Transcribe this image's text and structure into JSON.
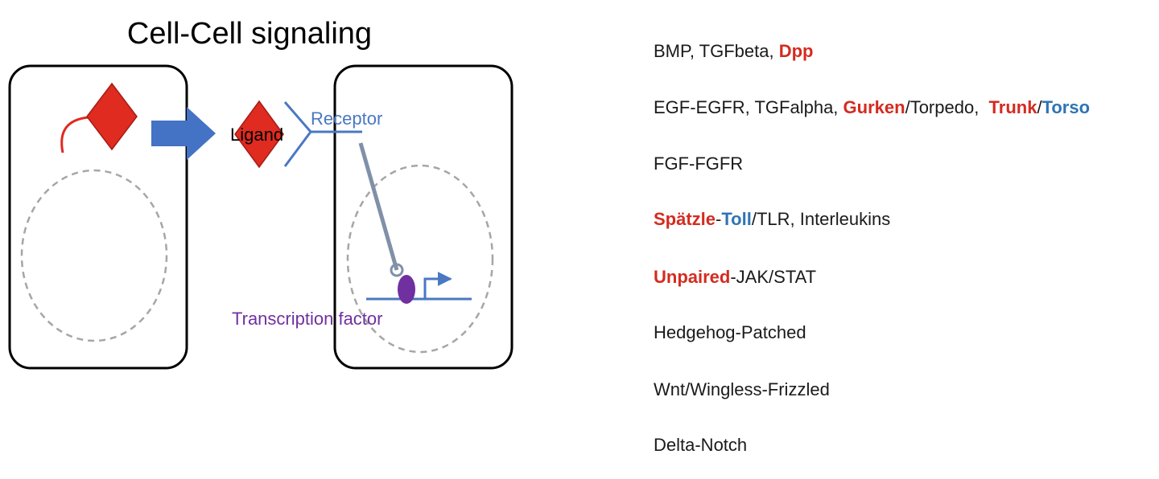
{
  "diagram": {
    "title": "Cell-Cell signaling",
    "ligand_label": "Ligand",
    "receptor_label": "Receptor",
    "tf_label": "Transcription factor",
    "colors": {
      "ligand": "#df2b20",
      "arrow": "#4472c4",
      "receptor": "#4a78c2",
      "tf": "#7030a0",
      "nucleus": "#a6a6a6",
      "cell_border": "#000000"
    }
  },
  "pathways": [
    [
      {
        "text": "BMP, TGFbeta, ",
        "color": "default"
      },
      {
        "text": "Dpp",
        "color": "red"
      }
    ],
    [
      {
        "text": "EGF-EGFR, TGFalpha, ",
        "color": "default"
      },
      {
        "text": "Gurken",
        "color": "red"
      },
      {
        "text": "/Torpedo,  ",
        "color": "default"
      },
      {
        "text": "Trunk",
        "color": "red"
      },
      {
        "text": "/",
        "color": "default"
      },
      {
        "text": "Torso",
        "color": "blue"
      }
    ],
    [
      {
        "text": "FGF-FGFR",
        "color": "default"
      }
    ],
    [
      {
        "text": "Spätzle",
        "color": "red"
      },
      {
        "text": "-",
        "color": "default"
      },
      {
        "text": "Toll",
        "color": "blue"
      },
      {
        "text": "/TLR, Interleukins",
        "color": "default"
      }
    ],
    [
      {
        "text": "Unpaired",
        "color": "red"
      },
      {
        "text": "-JAK/STAT",
        "color": "default"
      }
    ],
    [
      {
        "text": "Hedgehog-Patched",
        "color": "default"
      }
    ],
    [
      {
        "text": "Wnt/Wingless-Frizzled",
        "color": "default"
      }
    ],
    [
      {
        "text": "Delta-Notch",
        "color": "default"
      }
    ]
  ]
}
